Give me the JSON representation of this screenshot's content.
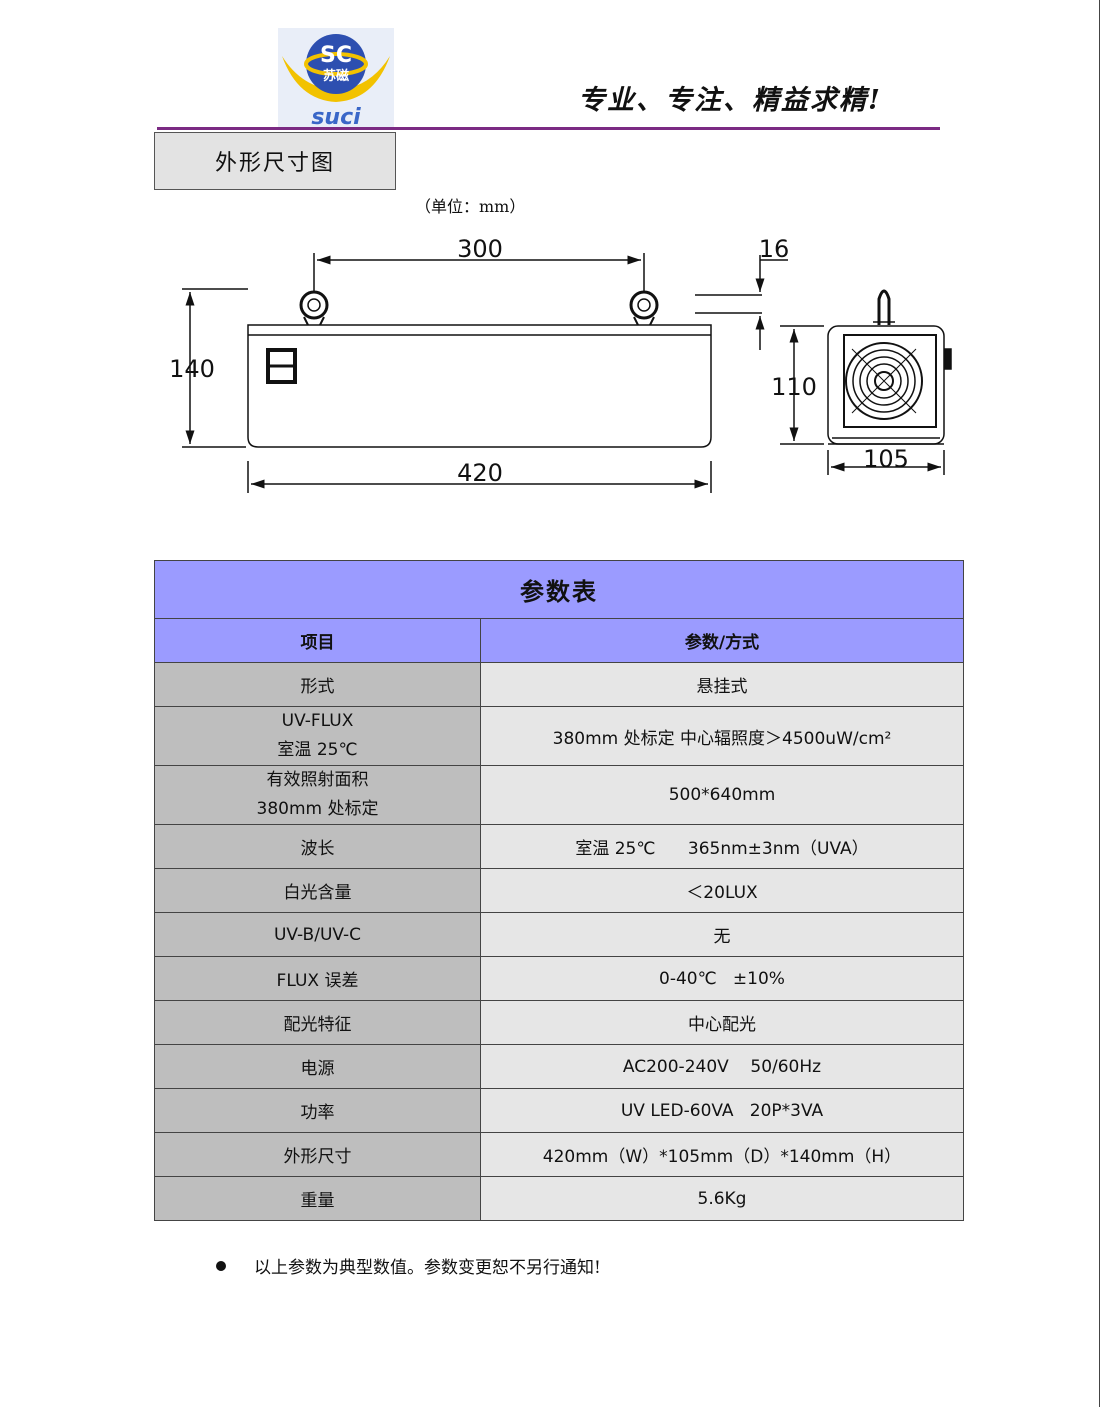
{
  "header": {
    "logo_text_top": "SC",
    "logo_text_mid": "苏磁",
    "logo_text_bottom": "suci",
    "slogan": "专业、专注、精益求精!",
    "rule_color": "#7b2a83"
  },
  "section": {
    "title": "外形尺寸图",
    "unit_note": "（单位：mm）"
  },
  "dimensions": {
    "hook_spacing": "300",
    "hook_height": "16",
    "total_height": "140",
    "body_height": "110",
    "length": "420",
    "depth": "105"
  },
  "table": {
    "caption": "参数表",
    "header_color": "#9b9bff",
    "columns": [
      "项目",
      "参数/方式"
    ],
    "rows": [
      {
        "key": [
          "形式"
        ],
        "value": "悬挂式"
      },
      {
        "key": [
          "UV-FLUX",
          "室温 25℃"
        ],
        "value": "380mm 处标定  中心辐照度＞4500uW/cm²"
      },
      {
        "key": [
          "有效照射面积",
          "380mm 处标定"
        ],
        "value": "500*640mm"
      },
      {
        "key": [
          "波长"
        ],
        "value": "室温 25℃      365nm±3nm（UVA）"
      },
      {
        "key": [
          "白光含量"
        ],
        "value": "＜20LUX"
      },
      {
        "key": [
          "UV-B/UV-C"
        ],
        "value": "无"
      },
      {
        "key": [
          "FLUX 误差"
        ],
        "value": "0-40℃   ±10%"
      },
      {
        "key": [
          "配光特征"
        ],
        "value": "中心配光"
      },
      {
        "key": [
          "电源"
        ],
        "value": "AC200-240V    50/60Hz"
      },
      {
        "key": [
          "功率"
        ],
        "value": "UV LED-60VA   20P*3VA"
      },
      {
        "key": [
          "外形尺寸"
        ],
        "value": "420mm（W）*105mm（D）*140mm（H）"
      },
      {
        "key": [
          "重量"
        ],
        "value": "5.6Kg"
      }
    ]
  },
  "footnote": "以上参数为典型数值。参数变更恕不另行通知!"
}
